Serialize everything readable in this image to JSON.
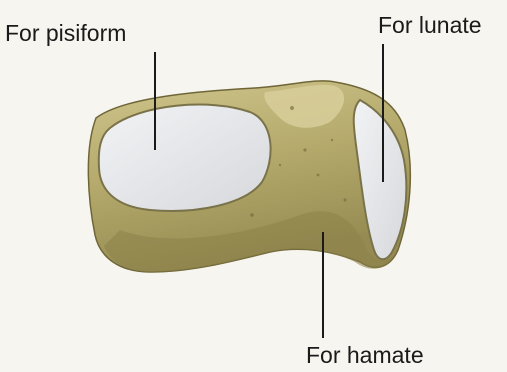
{
  "labels": {
    "pisiform": "For pisiform",
    "lunate": "For lunate",
    "hamate": "For hamate"
  },
  "colors": {
    "bone": "#b8ad72",
    "bone_shadow": "#8f8550",
    "bone_highlight": "#d4c996",
    "articular_surface": "#e6e7ea",
    "leader_line": "#1a1a1a"
  }
}
